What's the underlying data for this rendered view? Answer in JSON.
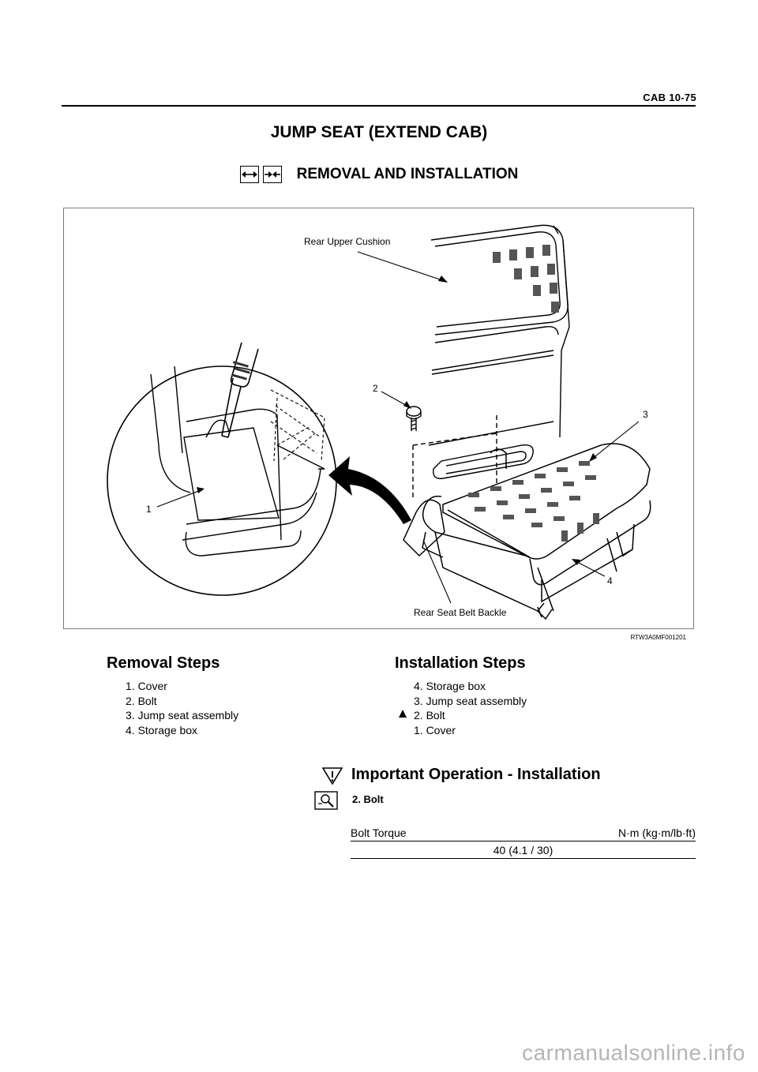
{
  "header": {
    "page_number": "CAB  10-75"
  },
  "title": "JUMP SEAT (EXTEND CAB)",
  "subtitle": "REMOVAL AND INSTALLATION",
  "figure": {
    "id": "RTW3A0MF001201",
    "labels": {
      "rear_upper_cushion": "Rear Upper Cushion",
      "rear_seat_belt_backle": "Rear Seat Belt Backle",
      "n1": "1",
      "n2": "2",
      "n3": "3",
      "n4": "4"
    }
  },
  "removal": {
    "heading": "Removal Steps",
    "steps": [
      "1. Cover",
      "2. Bolt",
      "3. Jump seat assembly",
      "4. Storage box"
    ]
  },
  "installation": {
    "heading": "Installation Steps",
    "steps": [
      "4. Storage box",
      "3. Jump seat assembly",
      "2. Bolt",
      "1. Cover"
    ]
  },
  "important": {
    "heading": "Important Operation - Installation",
    "item": "2.  Bolt"
  },
  "torque_table": {
    "label": "Bolt Torque",
    "unit": "N·m (kg·m/lb·ft)",
    "value": "40 (4.1 / 30)"
  },
  "watermark": "carmanualsonline.info"
}
